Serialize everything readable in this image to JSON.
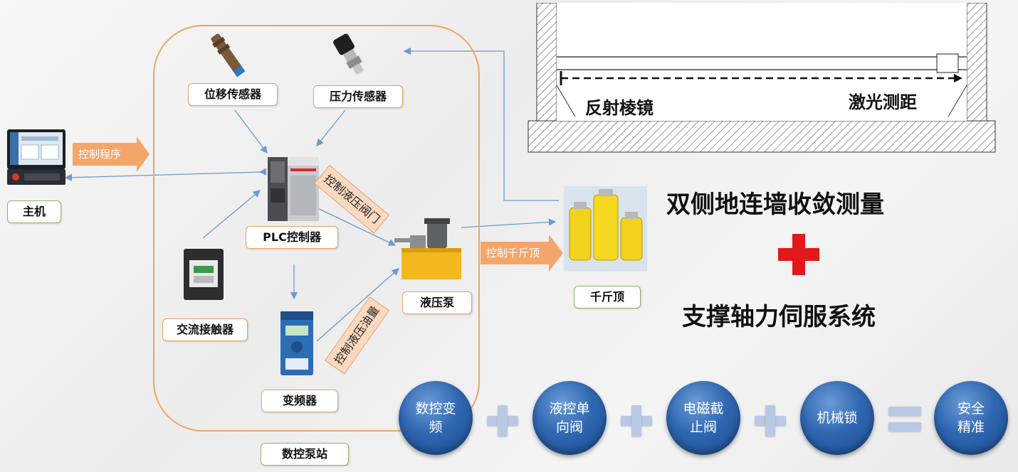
{
  "host": {
    "label": "主机"
  },
  "host_arrow": {
    "label": "控制程序"
  },
  "pump_station": {
    "label": "数控泵站"
  },
  "sensors": {
    "displacement": "位移传感器",
    "pressure": "压力传感器"
  },
  "plc": {
    "label": "PLC控制器"
  },
  "contactor": {
    "label": "交流接触器"
  },
  "inverter": {
    "label": "变频器"
  },
  "pump": {
    "label": "液压泵"
  },
  "jack": {
    "label": "千斤顶"
  },
  "jack_arrow": {
    "label": "控制千斤顶"
  },
  "tags": {
    "valve": "控制液压阀门",
    "oil": "控制液压油量"
  },
  "tunnel": {
    "left": "反射棱镜",
    "right": "激光测距"
  },
  "titles": {
    "top": "双侧地连墙收敛测量",
    "bottom": "支撑轴力伺服系统"
  },
  "formula": [
    {
      "text": "数控变\n频"
    },
    {
      "text": "液控单\n向阀"
    },
    {
      "text": "电磁截\n止阀"
    },
    {
      "text": "机械锁"
    },
    {
      "text": "安全\n精准"
    }
  ],
  "colors": {
    "accent": "#f4a569",
    "circle": "#2f67b1",
    "cross": "#e0191b",
    "link": "#6a9ad0"
  }
}
